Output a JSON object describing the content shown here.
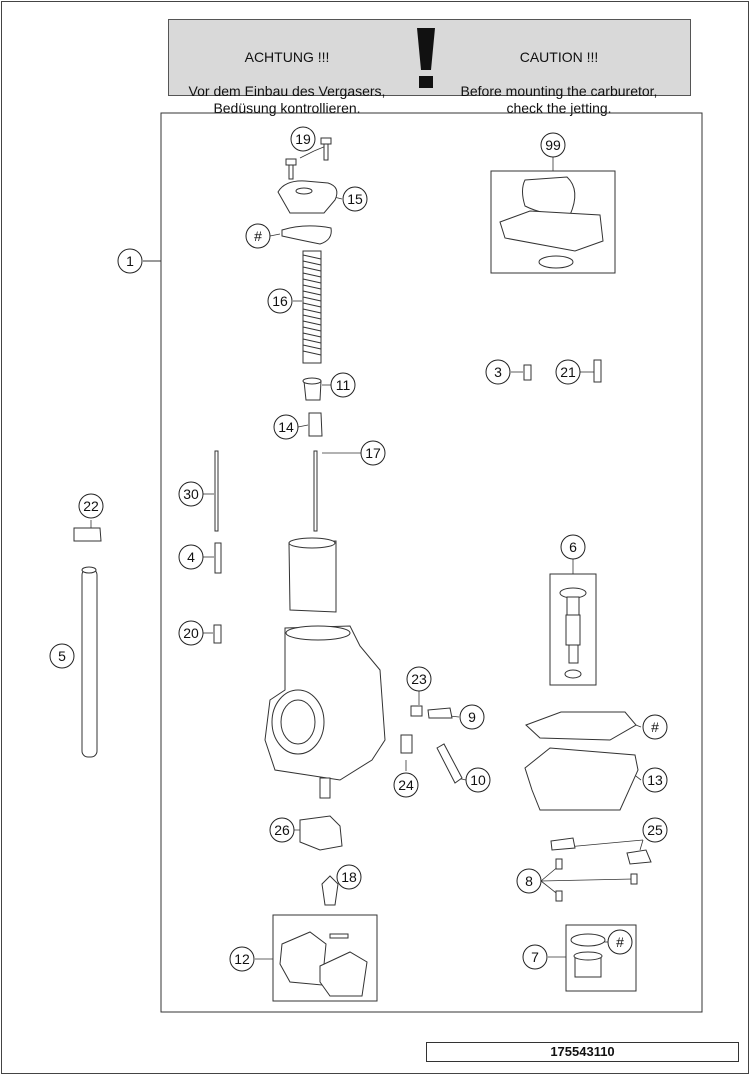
{
  "warning": {
    "de_title": "ACHTUNG !!!",
    "de_body": "Vor dem Einbau des Vergasers,\nBedüsung kontrollieren.",
    "en_title": "CAUTION !!!",
    "en_body": "Before mounting the carburetor,\ncheck the jetting."
  },
  "diagram_id": "175543110",
  "callouts": [
    {
      "key": "c1",
      "label": "1"
    },
    {
      "key": "c3",
      "label": "3"
    },
    {
      "key": "c4",
      "label": "4"
    },
    {
      "key": "c5",
      "label": "5"
    },
    {
      "key": "c6",
      "label": "6"
    },
    {
      "key": "c7",
      "label": "7"
    },
    {
      "key": "c8",
      "label": "8"
    },
    {
      "key": "c9",
      "label": "9"
    },
    {
      "key": "c10",
      "label": "10"
    },
    {
      "key": "c11",
      "label": "11"
    },
    {
      "key": "c12",
      "label": "12"
    },
    {
      "key": "c13",
      "label": "13"
    },
    {
      "key": "c14",
      "label": "14"
    },
    {
      "key": "c15",
      "label": "15"
    },
    {
      "key": "c16",
      "label": "16"
    },
    {
      "key": "c17",
      "label": "17"
    },
    {
      "key": "c18",
      "label": "18"
    },
    {
      "key": "c19",
      "label": "19"
    },
    {
      "key": "c20",
      "label": "20"
    },
    {
      "key": "c21",
      "label": "21"
    },
    {
      "key": "c22",
      "label": "22"
    },
    {
      "key": "c23",
      "label": "23"
    },
    {
      "key": "c24",
      "label": "24"
    },
    {
      "key": "c25",
      "label": "25"
    },
    {
      "key": "c26",
      "label": "26"
    },
    {
      "key": "c30",
      "label": "30"
    },
    {
      "key": "c99",
      "label": "99"
    },
    {
      "key": "h1",
      "label": "#"
    },
    {
      "key": "h2",
      "label": "#"
    },
    {
      "key": "h3",
      "label": "#"
    }
  ]
}
